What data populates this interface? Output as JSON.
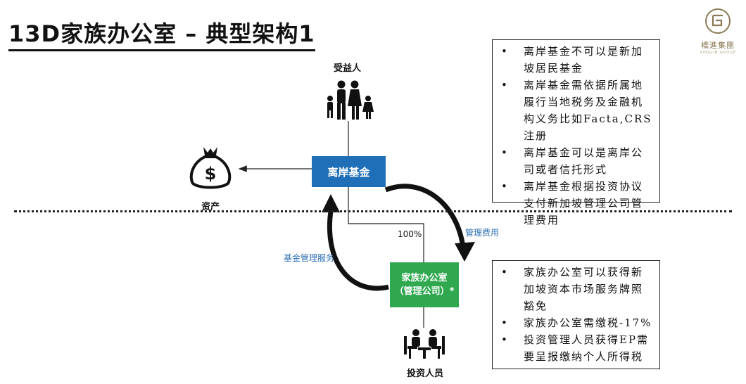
{
  "title": "13D家族办公室 – 典型架构1",
  "logo": {
    "name": "橋進集團",
    "sub": "XINGJIN GROUP"
  },
  "nodes": {
    "beneficiary": "受益人",
    "offshore_fund": "离岸基金",
    "assets": "资产",
    "family_office_line1": "家族办公室",
    "family_office_line2": "（管理公司）*",
    "investment_staff": "投资人员"
  },
  "edge_labels": {
    "ownership": "100%",
    "management_fee": "管理费用",
    "fund_management_service": "基金管理服务"
  },
  "note_top": [
    "离岸基金不可以是新加坡居民基金",
    "离岸基金需依据所属地履行当地税务及金融机构义务比如Facta,CRS注册",
    "离岸基金可以是离岸公司或者信托形式",
    "离岸基金根据投资协议支付新加坡管理公司管理费用"
  ],
  "note_bottom": [
    "家族办公室可以获得新加坡资本市场服务牌照豁免",
    "家族办公室需缴税-17%",
    "投资管理人员获得EP需要呈报缴纳个人所得税"
  ],
  "colors": {
    "offshore_fund": "#1f6fb8",
    "family_office": "#2fa84f",
    "label_blue": "#2e6fb5"
  },
  "icons": [
    "family-icon",
    "money-bag-icon",
    "meeting-icon",
    "logo-icon"
  ]
}
